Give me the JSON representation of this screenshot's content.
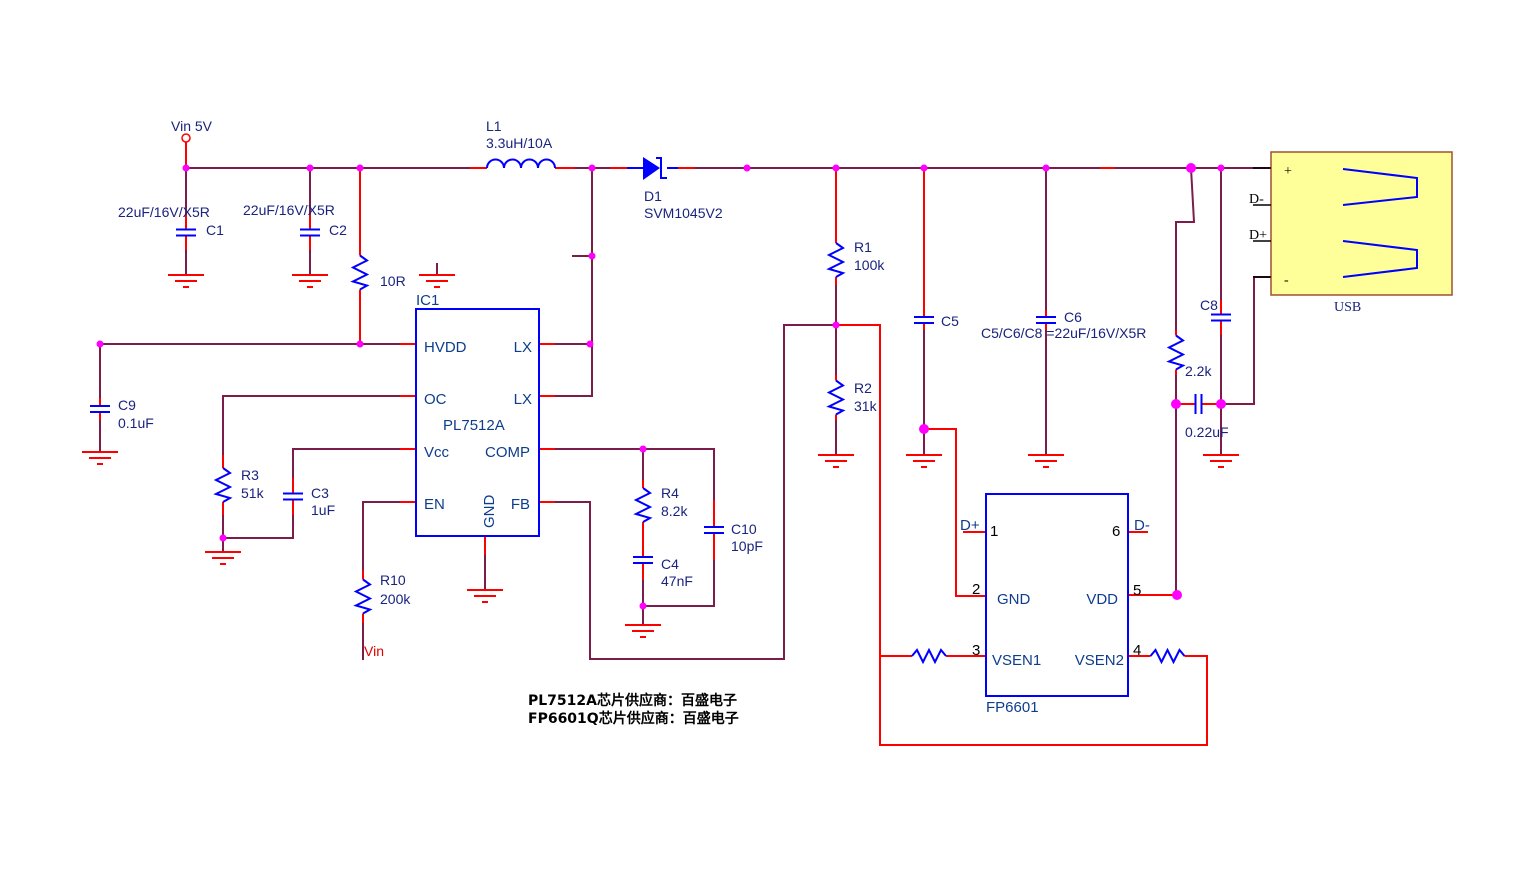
{
  "title": "PL7512A boost converter with FP6601 USB charger controller",
  "colors": {
    "wire": "#7b1c4a",
    "pin": "#ff0000",
    "symbol": "#0000ff",
    "junction": "#ff00ff",
    "text": "#1a237e",
    "usb_fill": "#ffff99"
  },
  "power": {
    "vin_label": "Vin 5V",
    "vin_net_label": "Vin"
  },
  "components": {
    "L1": {
      "ref": "L1",
      "value": "3.3uH/10A"
    },
    "D1": {
      "ref": "D1",
      "value": "SVM1045V2"
    },
    "C1": {
      "ref": "C1",
      "value": "22uF/16V/X5R"
    },
    "C2": {
      "ref": "C2",
      "value": "22uF/16V/X5R"
    },
    "R_10R": {
      "ref": "",
      "value": "10R"
    },
    "C9": {
      "ref": "C9",
      "value": "0.1uF"
    },
    "R3": {
      "ref": "R3",
      "value": "51k"
    },
    "C3": {
      "ref": "C3",
      "value": "1uF"
    },
    "R10": {
      "ref": "R10",
      "value": "200k"
    },
    "R4": {
      "ref": "R4",
      "value": "8.2k"
    },
    "C4": {
      "ref": "C4",
      "value": "47nF"
    },
    "C10": {
      "ref": "C10",
      "value": "10pF"
    },
    "R1": {
      "ref": "R1",
      "value": "100k"
    },
    "R2": {
      "ref": "R2",
      "value": "31k"
    },
    "C5": {
      "ref": "C5",
      "value": ""
    },
    "C6": {
      "ref": "C6",
      "value": "C5/C6/C8 =22uF/16V/X5R"
    },
    "C8": {
      "ref": "C8",
      "value": ""
    },
    "R_2k2": {
      "ref": "",
      "value": "2.2k"
    },
    "C_022": {
      "ref": "",
      "value": "0.22uF"
    }
  },
  "ic1": {
    "ref": "IC1",
    "part": "PL7512A",
    "pins_left": [
      "HVDD",
      "OC",
      "Vcc",
      "EN"
    ],
    "pins_right": [
      "LX",
      "LX",
      "COMP",
      "FB"
    ],
    "pin_bottom": "GND"
  },
  "ic2": {
    "part": "FP6601",
    "pins": [
      {
        "num": "1",
        "name": "",
        "net": "D+"
      },
      {
        "num": "2",
        "name": "GND",
        "net": ""
      },
      {
        "num": "3",
        "name": "VSEN1",
        "net": ""
      },
      {
        "num": "4",
        "name": "VSEN2",
        "net": ""
      },
      {
        "num": "5",
        "name": "VDD",
        "net": ""
      },
      {
        "num": "6",
        "name": "",
        "net": "D-"
      }
    ]
  },
  "usb": {
    "label": "USB",
    "pins": [
      "+",
      "D-",
      "D+",
      "-"
    ],
    "plus": "+",
    "minus": "-",
    "dminus": "D-",
    "dplus": "D+"
  },
  "notes": [
    "PL7512A芯片供应商：百盛电子",
    "FP6601Q芯片供应商：百盛电子"
  ]
}
